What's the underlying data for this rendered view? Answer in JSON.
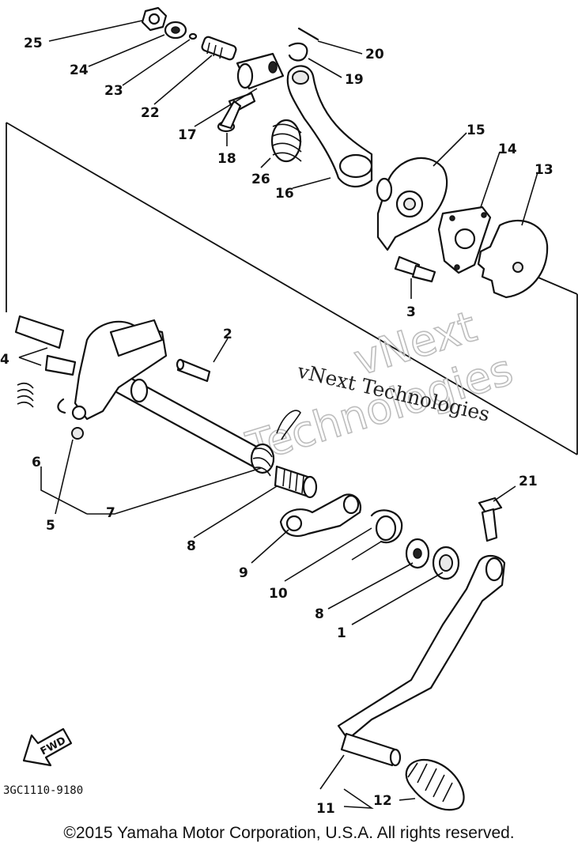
{
  "callouts": [
    "1",
    "2",
    "3",
    "4",
    "5",
    "6",
    "7",
    "8",
    "8",
    "9",
    "10",
    "11",
    "12",
    "13",
    "14",
    "15",
    "16",
    "17",
    "18",
    "19",
    "20",
    "21",
    "22",
    "23",
    "24",
    "25",
    "26"
  ],
  "diagram_code": "3GC1110-9180",
  "direction_label": "FWD",
  "watermark": {
    "line1": "vNext Technologies",
    "line2_top": "vNext",
    "line2_bottom": "Technologies"
  },
  "copyright": "©2015 Yamaha Motor Corporation, U.S.A. All rights reserved."
}
